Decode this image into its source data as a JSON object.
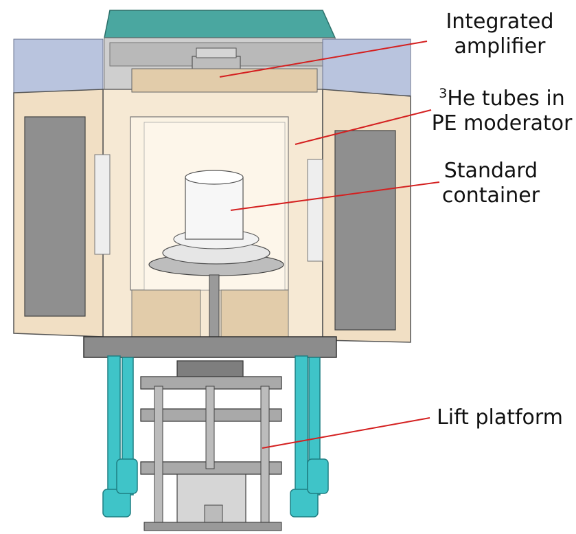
{
  "labels": {
    "amplifier": {
      "line1": "Integrated",
      "line2": "amplifier"
    },
    "tubes": {
      "sup": "3",
      "line1": "He tubes in",
      "line2": "PE moderator"
    },
    "container": {
      "line1": "Standard",
      "line2": "container"
    },
    "lift": {
      "line1": "Lift platform"
    }
  },
  "colors": {
    "leader_line": "#d42020",
    "moderator": "#f6e9d4",
    "moderator_shade": "#e2ccaa",
    "roof": "#4aa7a0",
    "legs": "#3fc4c8",
    "steel": "#a9a9a9",
    "door_window": "#8f8f8f"
  }
}
